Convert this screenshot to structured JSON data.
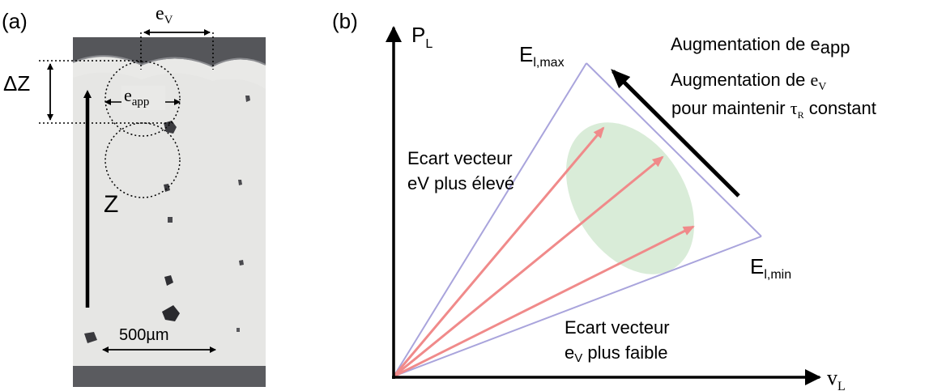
{
  "panel_a": {
    "label": "(a)",
    "ev": {
      "main": "e",
      "sub": "V"
    },
    "delta_z": "ΔZ",
    "eapp": {
      "main": "e",
      "sub": "app"
    },
    "z": "Z",
    "scale_bar": "500µm"
  },
  "panel_b": {
    "label": "(b)",
    "y_axis": {
      "main": "P",
      "sub": "L"
    },
    "x_axis": {
      "main": "v",
      "sub": "L"
    },
    "el_max": {
      "main": "E",
      "sub": "l,max"
    },
    "el_min": {
      "main": "E",
      "sub": "l,min"
    },
    "aug_eapp": {
      "prefix": "Augmentation de ",
      "main": "e",
      "sub": "app"
    },
    "aug_ev": {
      "prefix": "Augmentation de ",
      "main": "e",
      "sub": "V"
    },
    "maintain": {
      "prefix": "pour maintenir ",
      "main": "τ",
      "sub": "R",
      "suffix": " constant"
    },
    "high_line1": "Ecart vecteur",
    "high_line2": "eV plus élevé",
    "low_line1": "Ecart vecteur",
    "low_line2": {
      "main": "e",
      "sub": "V",
      "suffix": " plus faible"
    }
  },
  "colors": {
    "micrograph_bg": "#e6e6e4",
    "dark_region": "#55565a",
    "triangle": "#a9a4dc",
    "arrows": "#f08a8a",
    "ellipse": "#d9ecd8"
  }
}
